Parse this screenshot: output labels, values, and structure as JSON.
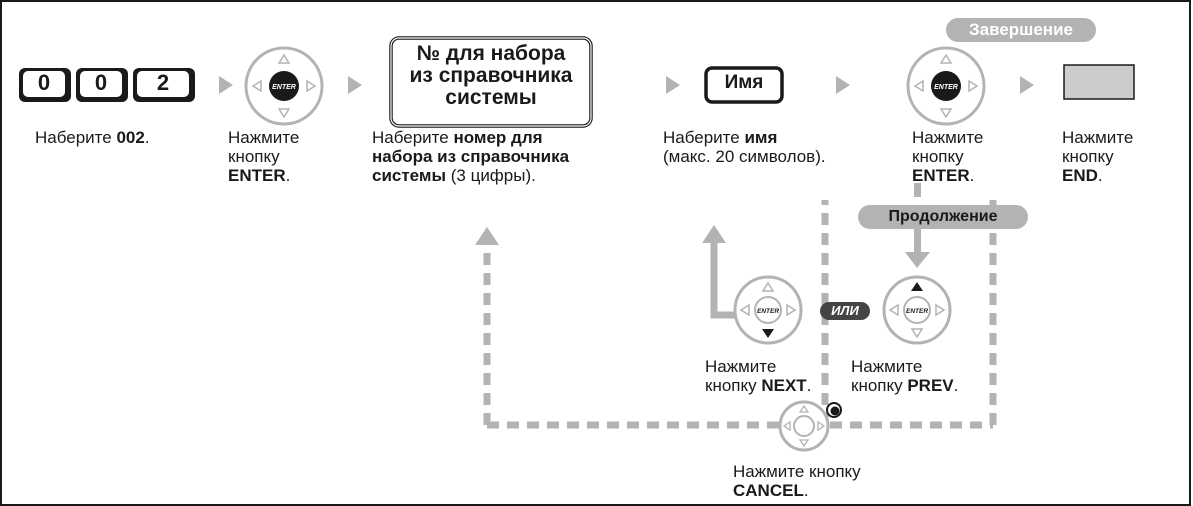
{
  "keys": {
    "digit1": "0",
    "digit2": "0",
    "digit3": "2",
    "name_key": "Имя",
    "enter_label": "ENTER"
  },
  "dir_box": {
    "line1": "№ для набора",
    "line2": "из справочника",
    "line3": "системы"
  },
  "pills": {
    "finish": "Завершение",
    "continue": "Продолжение",
    "or": "ИЛИ"
  },
  "steps": {
    "s1": {
      "a": "Наберите ",
      "b": "002",
      "c": "."
    },
    "s2": {
      "l1": "Нажмите",
      "l2": "кнопку",
      "b": "ENTER",
      "c": "."
    },
    "s3": {
      "a": "Наберите ",
      "b1": "номер для",
      "b2": "набора из справочника",
      "b3": "системы",
      "c": " (3 цифры)."
    },
    "s4": {
      "a": "Наберите ",
      "b": "имя",
      "l2": "(макс. 20 символов)."
    },
    "s5": {
      "l1": "Нажмите",
      "l2": "кнопку",
      "b": "ENTER",
      "c": "."
    },
    "s6": {
      "l1": "Нажмите",
      "l2": "кнопку",
      "b": "END",
      "c": "."
    },
    "next": {
      "l1": "Нажмите",
      "a": "кнопку ",
      "b": "NEXT",
      "c": "."
    },
    "prev": {
      "l1": "Нажмите",
      "a": "кнопку ",
      "b": "PREV",
      "c": "."
    },
    "cancel": {
      "l1": "Нажмите кнопку",
      "b": "CANCEL",
      "c": "."
    }
  },
  "colors": {
    "dashed_line": "#b3b3b3",
    "arrow": "#b3b3b3",
    "pill": "#b3b3b3",
    "ink": "#1a1a1a"
  }
}
